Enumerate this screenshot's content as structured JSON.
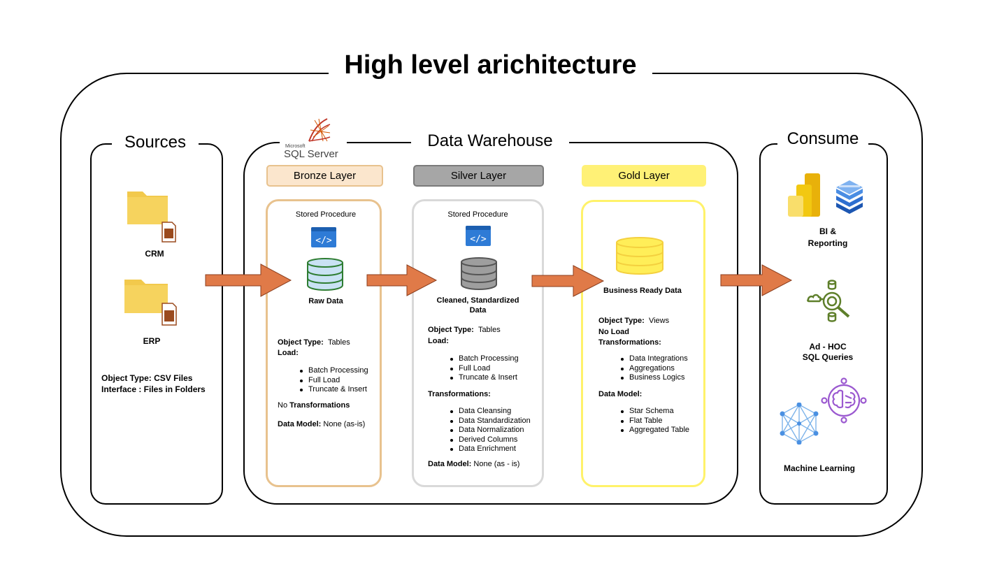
{
  "title": "High level arichitecture",
  "sources": {
    "heading": "Sources",
    "crm_label": "CRM",
    "erp_label": "ERP",
    "object_type": "Object Type: CSV Files",
    "interface": "Interface : Files in Folders",
    "icons": [
      "folder-file-icon",
      "folder-file-icon"
    ]
  },
  "warehouse": {
    "heading": "Data Warehouse",
    "logo_small": "Microsoft",
    "logo_text": "SQL Server",
    "bronze": {
      "header": "Bronze Layer",
      "stored_procedure": "Stored Procedure",
      "data_label": "Raw Data",
      "object_type_label": "Object Type:",
      "object_type_value": "Tables",
      "load_label": "Load:",
      "load_items": [
        "Batch Processing",
        "Full Load",
        "Truncate & Insert"
      ],
      "transform_prefix": "No",
      "transform_label": "Transformations",
      "model_label": "Data Model:",
      "model_value": "None (as-is)"
    },
    "silver": {
      "header": "Silver Layer",
      "stored_procedure": "Stored Procedure",
      "data_label_1": "Cleaned, Standardized",
      "data_label_2": "Data",
      "object_type_label": "Object Type:",
      "object_type_value": "Tables",
      "load_label": "Load:",
      "load_items": [
        "Batch Processing",
        "Full Load",
        "Truncate & Insert"
      ],
      "transform_label": "Transformations:",
      "transform_items": [
        "Data Cleansing",
        "Data Standardization",
        "Data Normalization",
        "Derived Columns",
        "Data Enrichment"
      ],
      "model_label": "Data Model:",
      "model_value": "None (as - is)"
    },
    "gold": {
      "header": "Gold Layer",
      "data_label": "Business Ready Data",
      "object_type_label": "Object Type:",
      "object_type_value": "Views",
      "no_load": "No Load",
      "transform_label": "Transformations:",
      "transform_items": [
        "Data Integrations",
        "Aggregations",
        "Business Logics"
      ],
      "model_label": "Data Model:",
      "model_items": [
        "Star Schema",
        "Flat Table",
        "Aggregated Table"
      ]
    }
  },
  "consume": {
    "heading": "Consume",
    "bi_line1": "BI &",
    "bi_line2": "Reporting",
    "adhoc_line1": "Ad - HOC",
    "adhoc_line2": "SQL Queries",
    "ml_label": "Machine Learning",
    "icons": [
      "powerbi-icon",
      "database-stack-icon",
      "sql-query-search-icon",
      "neural-network-icon",
      "ai-brain-icon"
    ]
  },
  "colors": {
    "arrow": "#E07A48",
    "bronze_border": "#E8C28E",
    "bronze_fill": "#FBE6CD",
    "silver_border": "#D9D9D9",
    "silver_fill": "#A6A6A6",
    "gold_border": "#FFF26A",
    "gold_fill": "#FFF176",
    "db_blue": "#C9E2F4",
    "db_gray": "#9E9E9E",
    "db_yellow": "#FFEE58"
  }
}
